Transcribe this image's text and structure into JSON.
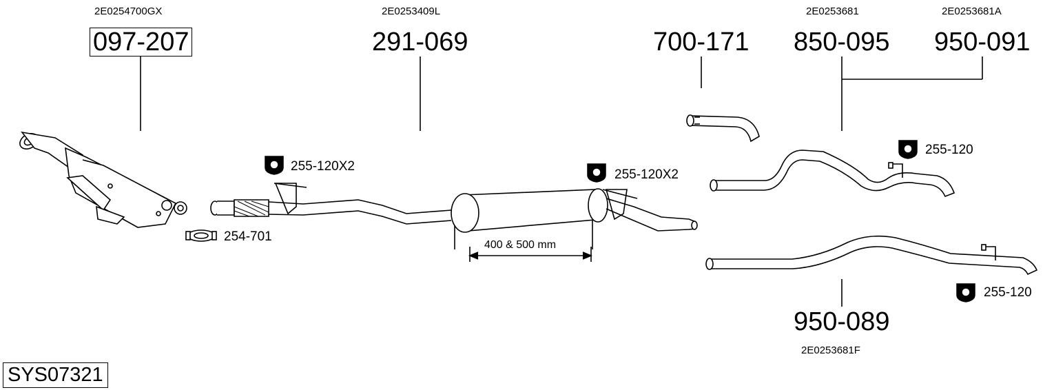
{
  "system_code": "SYS07321",
  "parts": [
    {
      "oe": "2E0254700GX",
      "part_no": "097-207"
    },
    {
      "oe": "2E0253409L",
      "part_no": "291-069"
    },
    {
      "oe": "",
      "part_no": "700-171"
    },
    {
      "oe": "2E0253681",
      "part_no": "850-095"
    },
    {
      "oe": "2E0253681A",
      "part_no": "950-091"
    },
    {
      "oe": "2E0253681F",
      "part_no": "950-089"
    }
  ],
  "accessories": [
    {
      "label": "255-120X2",
      "icon": "rubber-hanger-icon"
    },
    {
      "label": "255-120X2",
      "icon": "rubber-hanger-icon"
    },
    {
      "label": "255-120",
      "icon": "rubber-hanger-icon"
    },
    {
      "label": "255-120",
      "icon": "rubber-hanger-icon"
    },
    {
      "label": "254-701",
      "icon": "pipe-clamp-icon"
    }
  ],
  "dimension": "400 & 500 mm"
}
